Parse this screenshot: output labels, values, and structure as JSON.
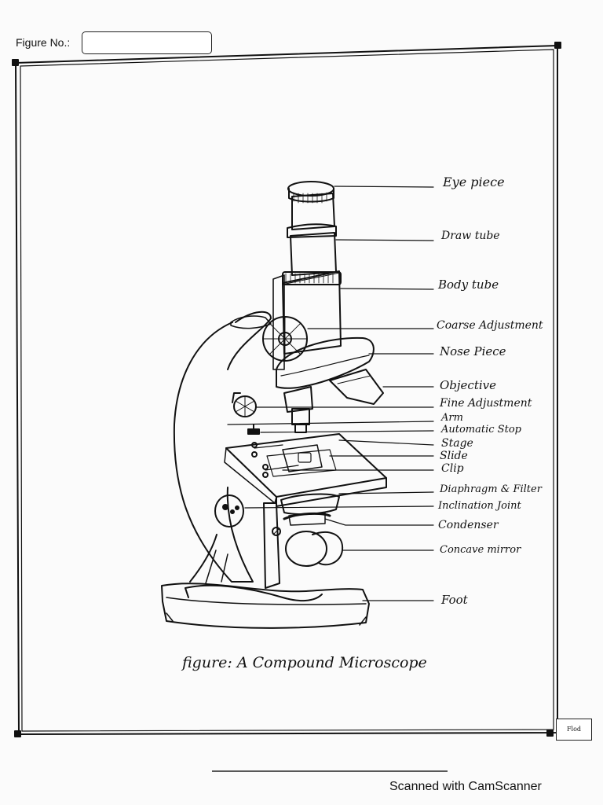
{
  "header": {
    "figure_no_label": "Figure No.:",
    "figure_no_value": ""
  },
  "labels": {
    "eye_piece": "Eye piece",
    "draw_tube": "Draw tube",
    "body_tube": "Body tube",
    "coarse_adjustment": "Coarse Adjustment",
    "nose_piece": "Nose Piece",
    "objective": "Objective",
    "fine_adjustment": "Fine Adjustment",
    "arm": "Arm",
    "automatic_stop": "Automatic Stop",
    "stage": "Stage",
    "slide": "Slide",
    "clip": "Clip",
    "diaphragm": "Diaphragm & Filter",
    "inclination_joint": "Inclination Joint",
    "condenser": "Condenser",
    "concave_mirror": "Concave mirror",
    "foot": "Foot"
  },
  "caption": "figure: A Compound Microscope",
  "footer": {
    "scanned": "Scanned with CamScanner",
    "logo_text": "Flod"
  }
}
